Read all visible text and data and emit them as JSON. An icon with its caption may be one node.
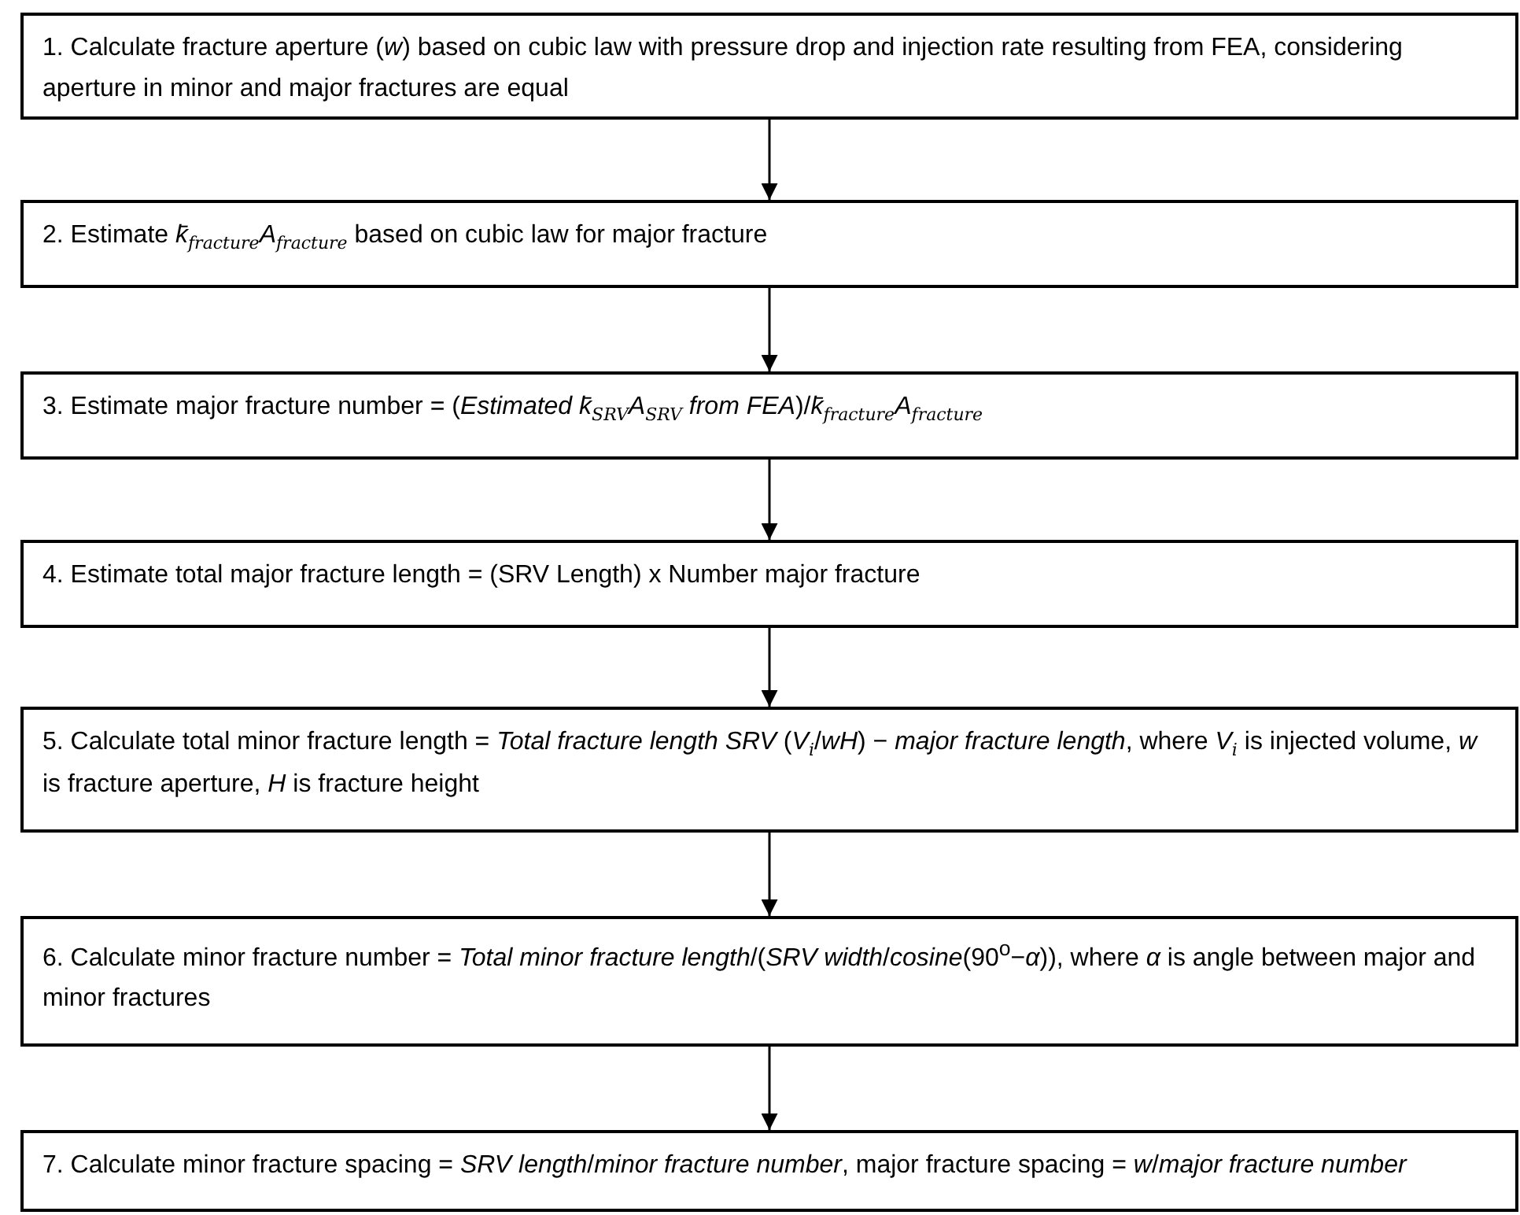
{
  "diagram": {
    "nodes": [
      {
        "text": [
          "1. Calculate fracture aperture (*w*) based on cubic law with pressure drop and injection rate resulting from FEA, considering aperture in minor and major fractures are equal"
        ]
      },
      {
        "text": [
          "2. Estimate *k̄*$_{fracture}$*A*$_{fracture}$ based on cubic law for major fracture"
        ]
      },
      {
        "text": [
          "3. Estimate major fracture number = (*Estimated k̄*$_{SRV}$*A*$_{SRV}$ *from FEA*)/*k̄*$_{fracture}$*A*$_{fracture}$"
        ]
      },
      {
        "text": [
          "4. Estimate total major fracture length = (SRV Length) x Number major fracture"
        ]
      },
      {
        "text": [
          "5. Calculate total minor fracture length = *Total fracture length SRV* (*V*$_{i}$/*wH*) − *major fracture length*, where *V*$_{i}$ is injected volume, *w* is fracture aperture, *H* is fracture height"
        ]
      },
      {
        "text": [
          "6. Calculate minor fracture number = *Total minor fracture length*/(*SRV width*/*cosine*(90$^{o}$−*α*)), where *α* is angle between major and minor fractures"
        ]
      },
      {
        "text": [
          "7. Calculate minor fracture spacing = *SRV length*/*minor fracture number*, major fracture spacing = *w*/*major fracture number*"
        ]
      }
    ],
    "edges": [
      {
        "from": 0,
        "to": 1,
        "arrow": "to"
      },
      {
        "from": 1,
        "to": 2,
        "arrow": "to"
      },
      {
        "from": 2,
        "to": 3,
        "arrow": "to"
      },
      {
        "from": 3,
        "to": 4,
        "arrow": "to"
      },
      {
        "from": 4,
        "to": 5,
        "arrow": "to"
      },
      {
        "from": 5,
        "to": 6,
        "arrow": "to"
      }
    ]
  }
}
